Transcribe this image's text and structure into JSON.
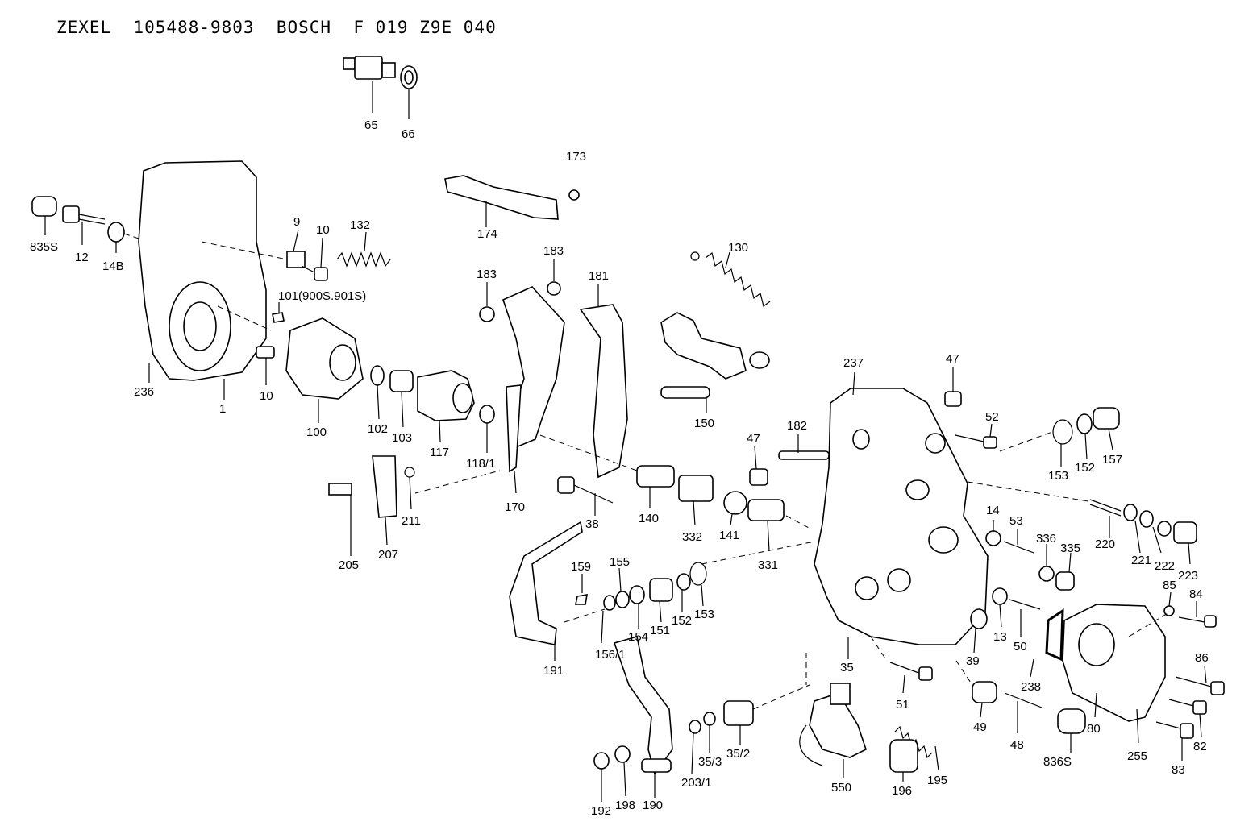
{
  "header": {
    "title": "ZEXEL  105488-9803  BOSCH  F 019 Z9E 040"
  },
  "part_labels": [
    "65",
    "66",
    "173",
    "174",
    "835S",
    "12",
    "14B",
    "9",
    "10",
    "132",
    "130",
    "183",
    "183",
    "181",
    "236",
    "1",
    "10",
    "101(900S.901S)",
    "100",
    "102",
    "103",
    "117",
    "118/1",
    "150",
    "237",
    "47",
    "52",
    "182",
    "47",
    "153",
    "152",
    "157",
    "205",
    "207",
    "211",
    "170",
    "38",
    "140",
    "332",
    "141",
    "331",
    "14",
    "53",
    "336",
    "335",
    "220",
    "221",
    "222",
    "223",
    "159",
    "155",
    "154",
    "151",
    "152",
    "153",
    "191",
    "156/1",
    "85",
    "84",
    "35",
    "13",
    "39",
    "50",
    "238",
    "51",
    "86",
    "49",
    "48",
    "836S",
    "80",
    "255",
    "82",
    "83",
    "550",
    "196",
    "195",
    "192",
    "198",
    "190",
    "203/1",
    "35/3",
    "35/2"
  ]
}
